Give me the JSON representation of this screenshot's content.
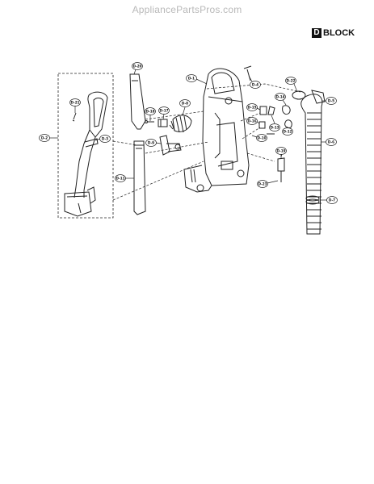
{
  "watermark": "AppliancePartsPros.com",
  "block": {
    "letter": "D",
    "word": "BLOCK"
  },
  "diagram": {
    "callouts": [
      {
        "id": "D-1"
      },
      {
        "id": "D-2"
      },
      {
        "id": "D-3"
      },
      {
        "id": "D-4"
      },
      {
        "id": "D-5"
      },
      {
        "id": "D-6"
      },
      {
        "id": "D-7"
      },
      {
        "id": "D-8"
      },
      {
        "id": "D-9"
      },
      {
        "id": "D-10"
      },
      {
        "id": "D-11"
      },
      {
        "id": "D-12"
      },
      {
        "id": "D-13"
      },
      {
        "id": "D-14"
      },
      {
        "id": "D-15"
      },
      {
        "id": "D-16"
      },
      {
        "id": "D-17"
      },
      {
        "id": "D-18"
      },
      {
        "id": "D-19"
      },
      {
        "id": "D-20"
      },
      {
        "id": "D-21"
      },
      {
        "id": "D-22"
      },
      {
        "id": "D-23"
      }
    ]
  }
}
